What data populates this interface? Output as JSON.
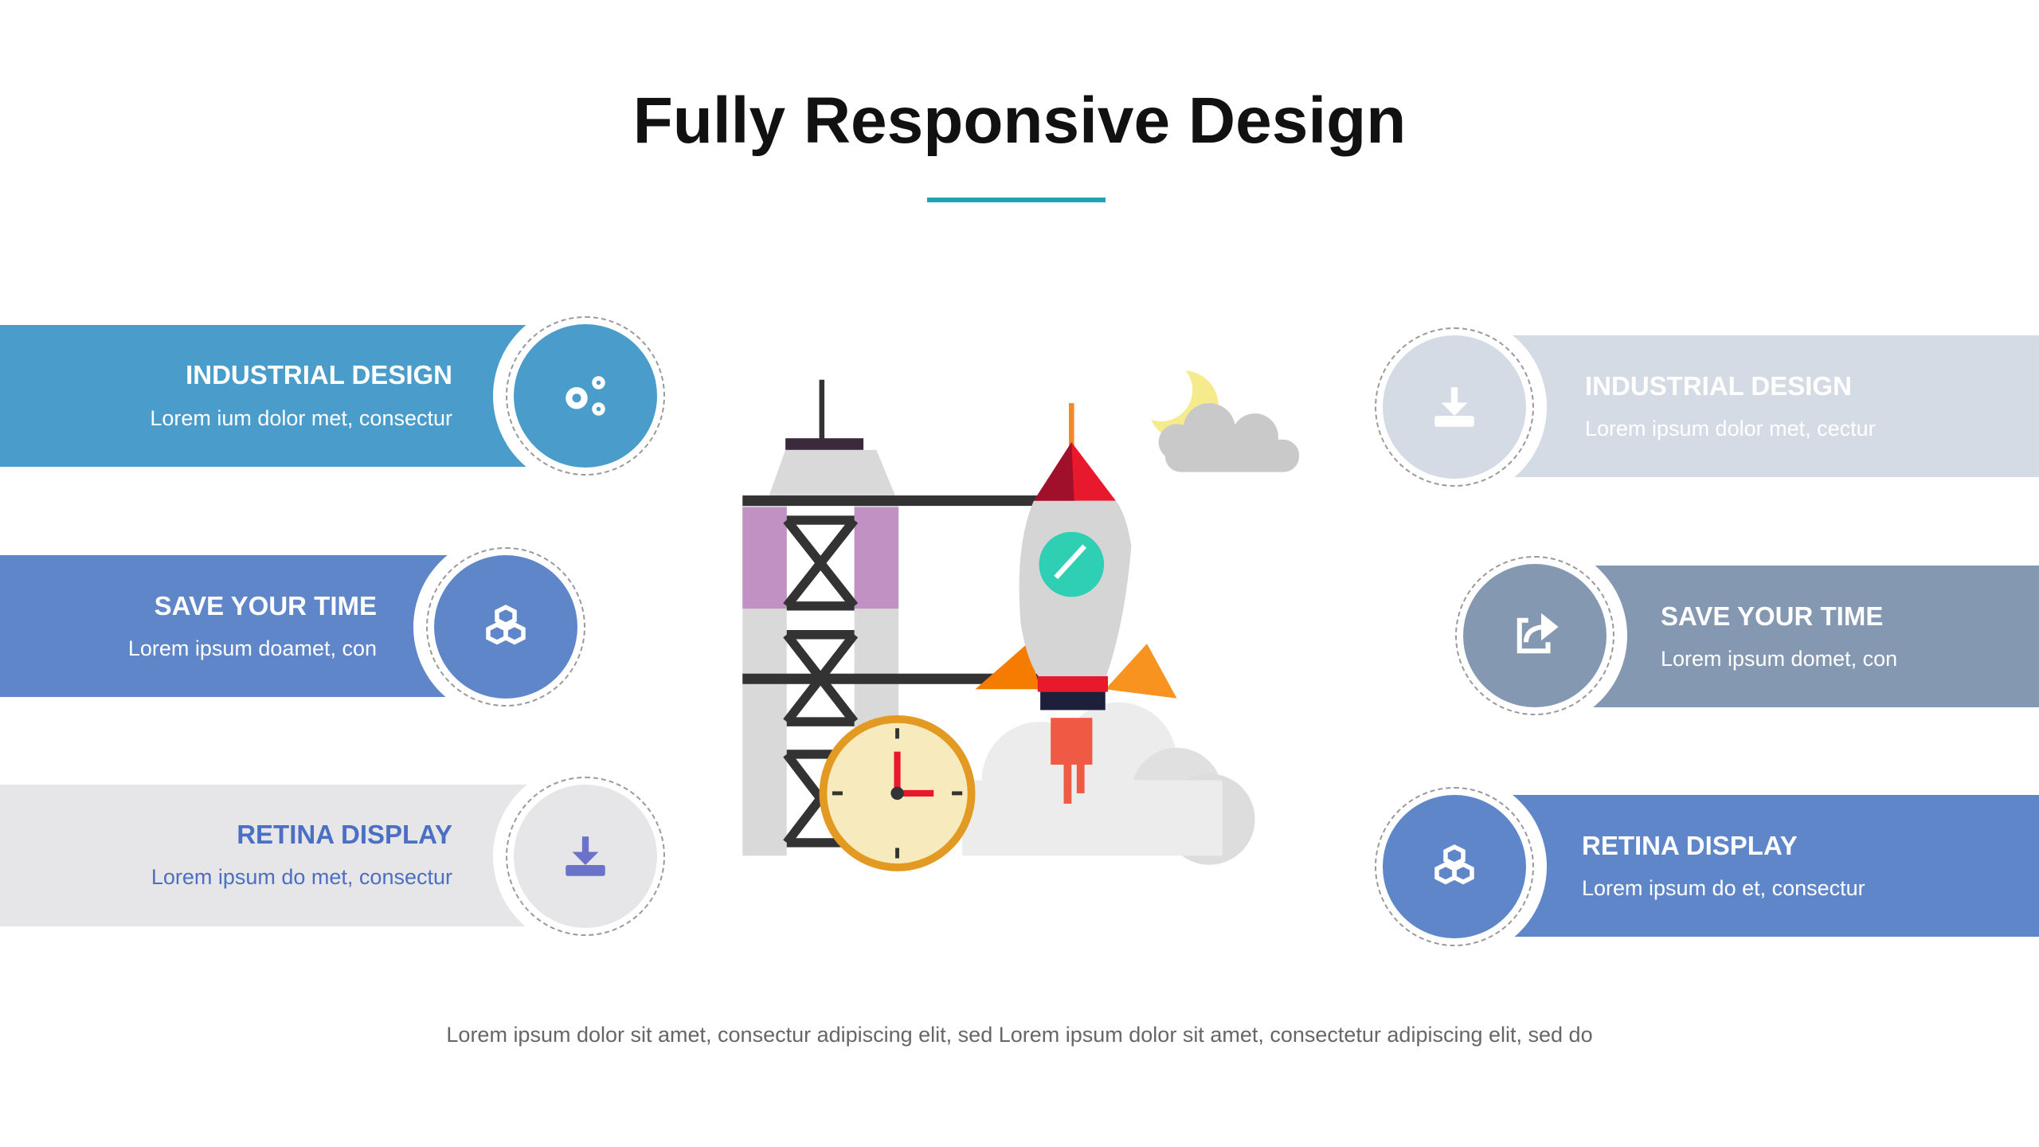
{
  "title": "Fully Responsive Design",
  "left_items": [
    {
      "title": "INDUSTRIAL DESIGN",
      "text": "Lorem ium dolor met, consectur",
      "icon": "gears-icon",
      "color": "#4a9dcb"
    },
    {
      "title": "SAVE YOUR TIME",
      "text": "Lorem ipsum doamet, con",
      "icon": "cubes-icon",
      "color": "#5e86c9"
    },
    {
      "title": "RETINA DISPLAY",
      "text": "Lorem ipsum do met, consectur",
      "icon": "download-icon",
      "color": "#e6e5e7"
    }
  ],
  "right_items": [
    {
      "title": "INDUSTRIAL DESIGN",
      "text": "Lorem ipsum dolor met, cectur",
      "icon": "download-icon",
      "color": "#d5dbe5"
    },
    {
      "title": "SAVE YOUR TIME",
      "text": "Lorem ipsum domet, con",
      "icon": "share-icon",
      "color": "#8598b2"
    },
    {
      "title": "RETINA DISPLAY",
      "text": "Lorem ipsum do et, consectur",
      "icon": "cubes-icon",
      "color": "#5e86c9"
    }
  ],
  "footer": "Lorem ipsum dolor sit amet, consectur adipiscing elit, sed Lorem ipsum dolor sit amet, consectetur adipiscing elit, sed do"
}
